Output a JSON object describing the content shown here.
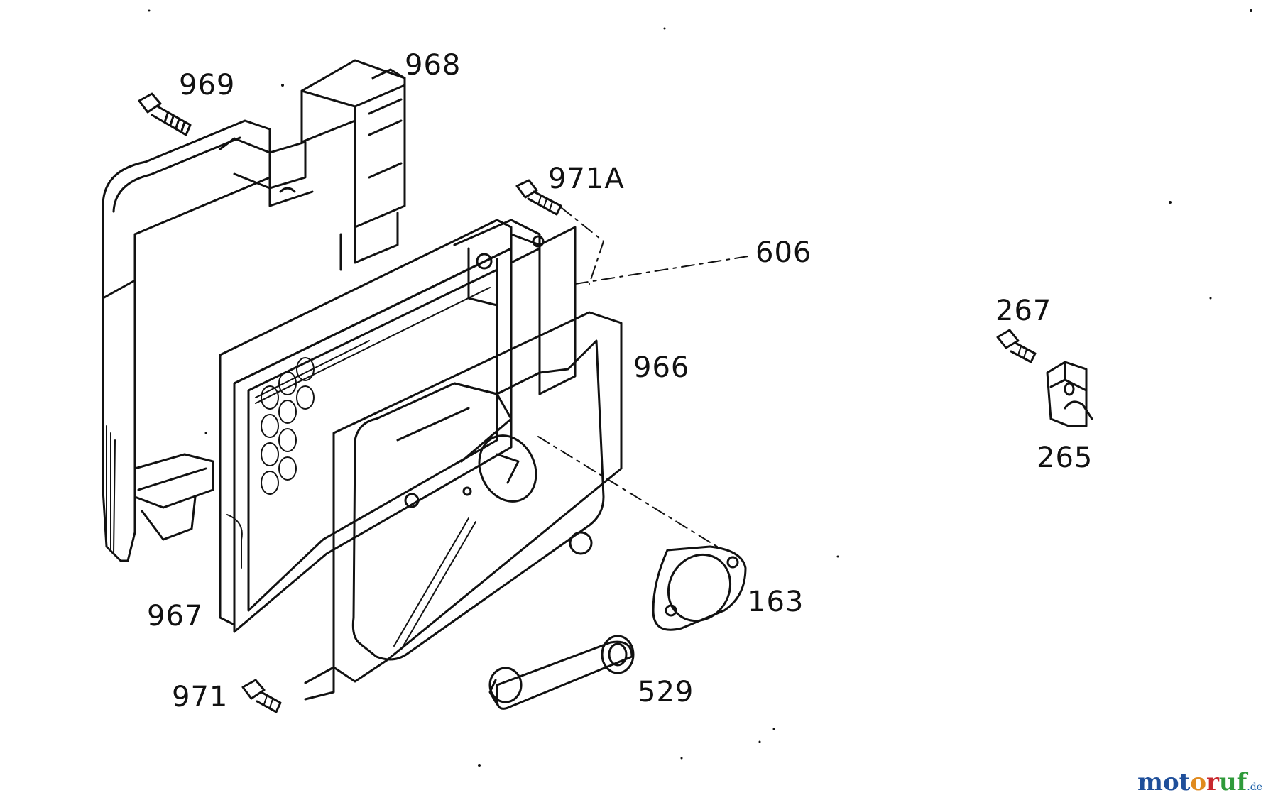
{
  "labels": {
    "p969": "969",
    "p968": "968",
    "p971a": "971A",
    "p606": "606",
    "p966": "966",
    "p267": "267",
    "p265": "265",
    "p967": "967",
    "p163": "163",
    "p971": "971",
    "p529": "529"
  },
  "watermark": {
    "part_mot": "mot",
    "part_o": "o",
    "part_r": "r",
    "part_uf": "uf",
    "part_tld": ".de",
    "colors": {
      "mot": "#1f4f9a",
      "o": "#e08a1e",
      "r": "#c8282d",
      "uf": "#2f9a3a"
    }
  },
  "colors": {
    "ink": "#111111",
    "background": "#ffffff"
  }
}
